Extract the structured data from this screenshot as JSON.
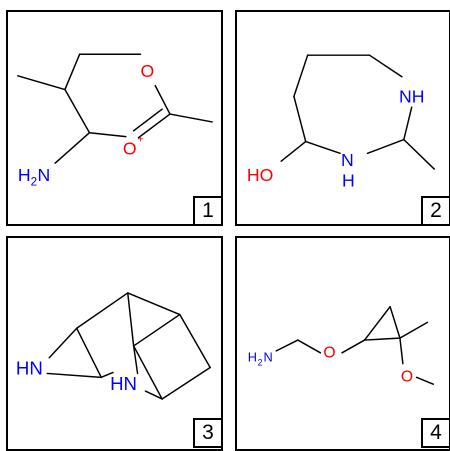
{
  "colors": {
    "carbon": "#000000",
    "nitrogen": "#0000ff",
    "oxygen": "#ff0000"
  },
  "panels": [
    {
      "number": "1",
      "atoms": {
        "o_ring": "O",
        "o_plus": "O",
        "charge": "+",
        "amine_h": "H",
        "amine_sub": "2",
        "amine_n": "N"
      }
    },
    {
      "number": "2",
      "atoms": {
        "nh_top": "NH",
        "nh_bottom_n": "N",
        "nh_bottom_h": "H",
        "hydroxyl": "HO"
      }
    },
    {
      "number": "3",
      "atoms": {
        "hn_left": "HN",
        "hn_mid": "HN"
      }
    },
    {
      "number": "4",
      "atoms": {
        "amine_h": "H",
        "amine_sub": "2",
        "amine_n": "N",
        "ether_o": "O",
        "methoxy_o": "O"
      }
    }
  ]
}
